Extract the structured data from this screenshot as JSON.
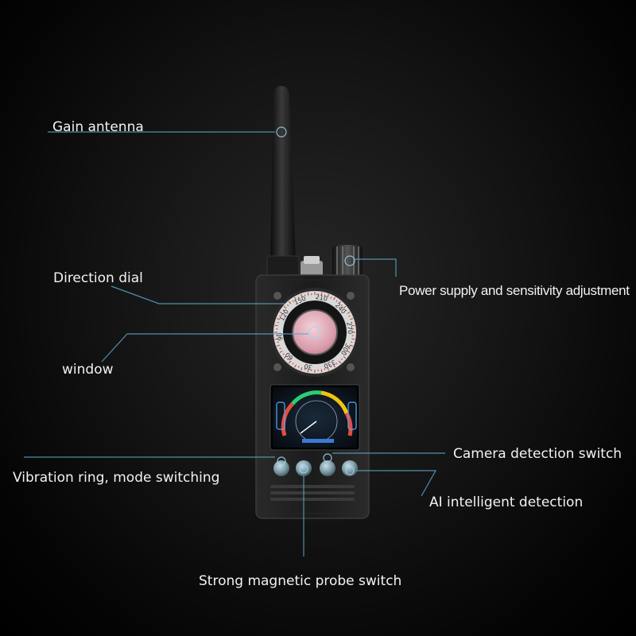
{
  "callouts": {
    "gain_antenna": "Gain antenna",
    "direction_dial": "Direction dial",
    "power_supply": "Power supply and sensitivity adjustment",
    "window": "window",
    "camera_detection": "Camera detection switch",
    "vibration_ring": "Vibration ring, mode switching",
    "ai_detection": "AI intelligent detection",
    "magnetic_probe": "Strong magnetic probe switch"
  },
  "dial": {
    "ticks": [
      "150",
      "210",
      "240",
      "270",
      "300",
      "330",
      "30",
      "60",
      "90",
      "120"
    ]
  },
  "colors": {
    "callout_line": "#5aa6c8",
    "device_body": "#1a1a1a",
    "window_pink": "#e8b7c3"
  }
}
